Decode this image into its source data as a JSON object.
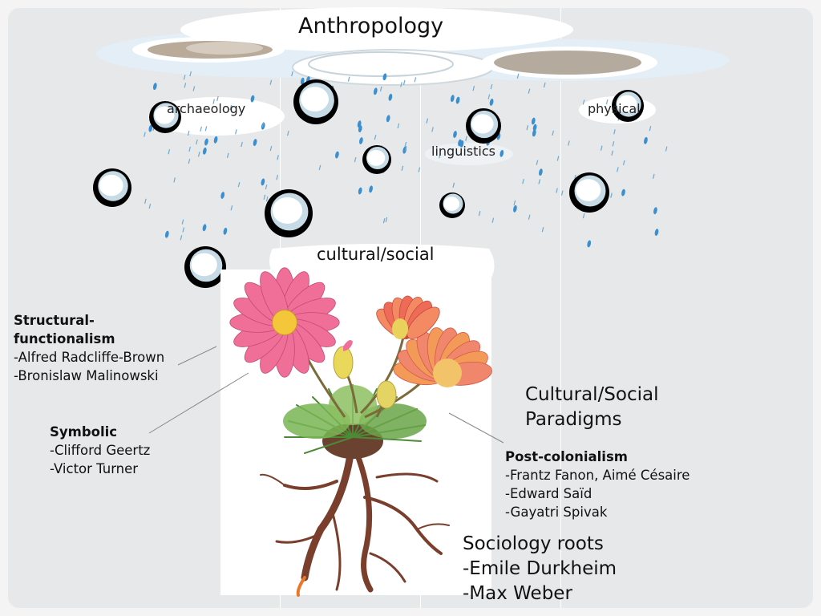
{
  "title": "Anthropology",
  "subfields": {
    "archaeology": "archaeology",
    "physical": "physical",
    "linguistics": "linguistics",
    "cultural": "cultural/social"
  },
  "structural": {
    "heading_line1": "Structural-",
    "heading_line2": "functionalism",
    "person1": "-Alfred Radcliffe-Brown",
    "person2": "-Bronislaw Malinowski"
  },
  "symbolic": {
    "heading": "Symbolic",
    "person1": "-Clifford Geertz",
    "person2": "-Victor Turner"
  },
  "paradigms": {
    "line1": "Cultural/Social",
    "line2": "Paradigms"
  },
  "postcolonial": {
    "heading": "Post-colonialism",
    "person1": "-Frantz Fanon, Aimé Césaire",
    "person2": "-Edward Saïd",
    "person3": "-Gayatri Spivak"
  },
  "sociology": {
    "line1": "Sociology roots",
    "line2": "-Emile Durkheim",
    "line3": "-Max Weber"
  },
  "colors": {
    "background": "#e7e8e9",
    "rain": "#3a8fd0",
    "petal": "#ef6f98",
    "center": "#f4c63a",
    "leaf": "#6aa548",
    "root": "#7a3f2c"
  }
}
